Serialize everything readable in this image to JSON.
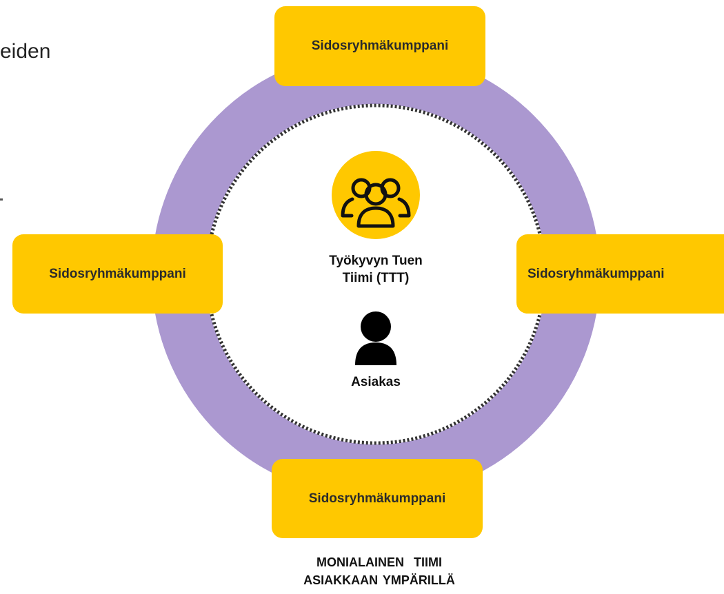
{
  "partners": {
    "top": "Sidosryhmäkumppani",
    "left": "Sidosryhmäkumppani",
    "right": "Sidosryhmäkumppani",
    "bottom": "Sidosryhmäkumppani"
  },
  "team": {
    "line1": "Työkyvyn Tuen",
    "line2": "Tiimi (TTT)",
    "icon": "group-icon"
  },
  "client": {
    "label": "Asiakas",
    "icon": "person-icon"
  },
  "caption": {
    "line1": "MONIALAINEN  TIIMI",
    "line2": "ASIAKKAAN YMPÄRILLÄ"
  },
  "clipped_text": "eiden",
  "colors": {
    "ring": "#ab98d0",
    "box": "#ffc800",
    "dotted_circle": "#333333"
  }
}
